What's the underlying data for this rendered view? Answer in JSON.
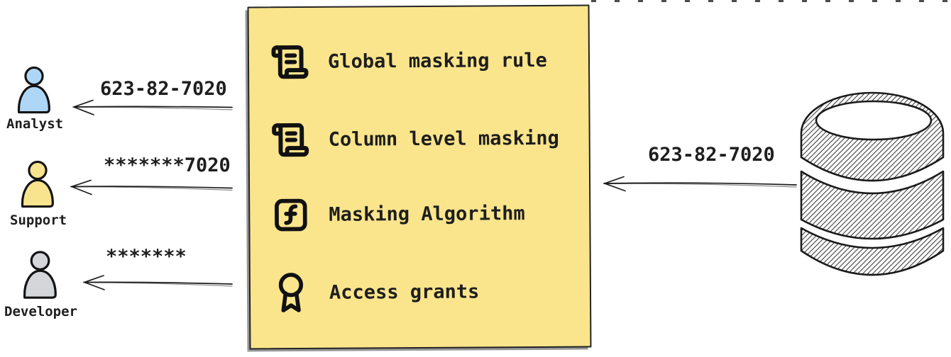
{
  "diagram": {
    "masking_box": {
      "fill": "#fae58c",
      "border_color": "#232323",
      "items": [
        {
          "icon": "scroll-text-icon",
          "label": "Global masking rule"
        },
        {
          "icon": "scroll-text-icon",
          "label": "Column level masking"
        },
        {
          "icon": "function-square-icon",
          "label": "Masking Algorithm"
        },
        {
          "icon": "award-icon",
          "label": "Access grants"
        }
      ]
    },
    "personas": [
      {
        "name": "Analyst",
        "received_value": "623-82-7020",
        "fill": "#aed6f7"
      },
      {
        "name": "Support",
        "received_value": "*******7020",
        "fill": "#f8e38e"
      },
      {
        "name": "Developer",
        "received_value": "*******",
        "fill": "#d4d6d9"
      }
    ],
    "database": {
      "icon": "database-icon",
      "sent_value": "623-82-7020"
    },
    "colors": {
      "stroke": "#1e1e1e",
      "hatch": "#4d4d4d",
      "background": "#ffffff"
    }
  }
}
